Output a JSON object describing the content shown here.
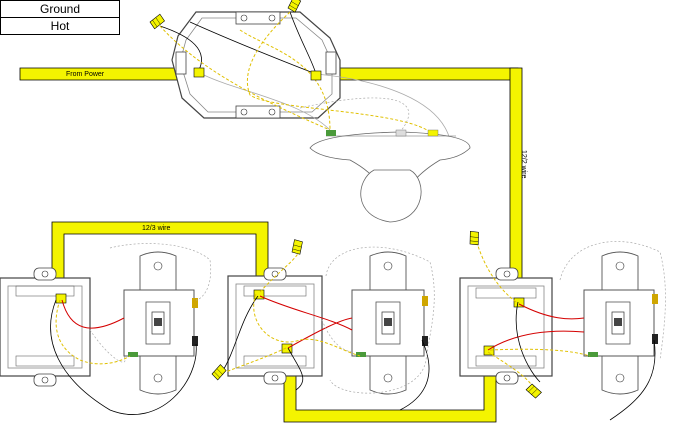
{
  "legend": {
    "ground": "Ground",
    "hot": "Hot"
  },
  "labels": {
    "from_power": "From Power",
    "wire_12_3": "12/3 wire",
    "wire_12_2": "12/2 wire"
  },
  "colors": {
    "cable": "#f4f400",
    "hot": "#d40000",
    "neutral": "#ffffff",
    "ground_dash": "#e0c000",
    "outline": "#555555"
  }
}
